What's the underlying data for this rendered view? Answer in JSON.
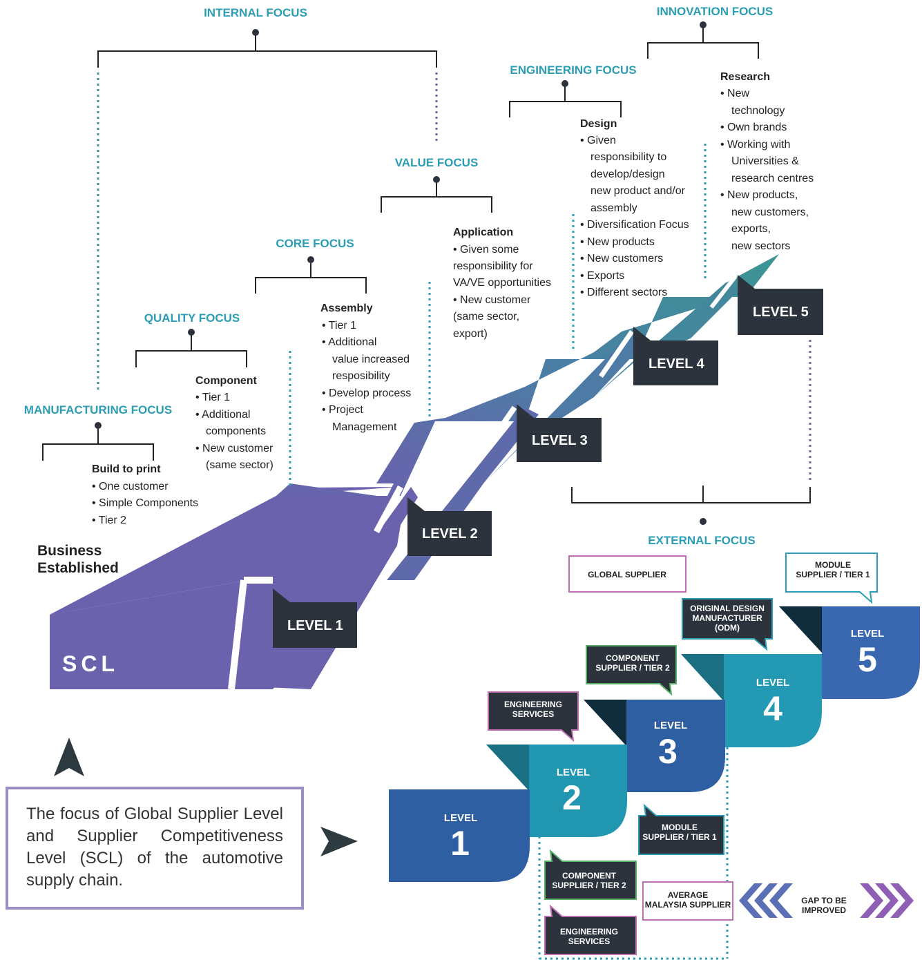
{
  "colors": {
    "focus": "#2b9db4",
    "purple": "#6e63ad",
    "teal": "#3f8e93",
    "dark": "#2d333d",
    "blue": "#2f5fa3",
    "cyan": "#2196b0"
  },
  "focus": {
    "internal": "INTERNAL FOCUS",
    "innovation": "INNOVATION FOCUS",
    "engineering": "ENGINEERING FOCUS",
    "value": "VALUE FOCUS",
    "core": "CORE FOCUS",
    "quality": "QUALITY FOCUS",
    "manufacturing": "MANUFACTURING FOCUS",
    "external": "EXTERNAL FOCUS"
  },
  "blocks": {
    "manufacturing": {
      "title": "Build to print",
      "items": [
        "One customer",
        "Simple Components",
        "Tier 2"
      ]
    },
    "quality": {
      "title": "Component",
      "items": [
        "Tier 1",
        "Additional",
        "components",
        "New customer",
        "(same sector)"
      ]
    },
    "core": {
      "title": "Assembly",
      "items": [
        "Tier 1",
        "Additional",
        "value increased",
        "resposibility",
        "Develop process",
        "Project",
        "Management"
      ]
    },
    "value": {
      "title": "Application",
      "items": [
        "• Given some",
        "responsibility for",
        "VA/VE opportunities",
        "• New customer",
        "(same sector,",
        "export)"
      ]
    },
    "engineering": {
      "title": "Design",
      "items": [
        "Given",
        "responsibility to",
        "develop/design",
        "new product and/or",
        "assembly",
        "Diversification Focus",
        "New products",
        "New customers",
        "Exports",
        "Different sectors"
      ]
    },
    "innovation": {
      "title": "Research",
      "items": [
        "New",
        "technology",
        "Own brands",
        "Working with",
        "Universities &",
        "research centres",
        "New products,",
        "new customers,",
        "exports,",
        "new sectors"
      ]
    }
  },
  "scl": {
    "label": "SCL",
    "start": [
      "Business",
      "Established"
    ],
    "levels": [
      "LEVEL 1",
      "LEVEL 2",
      "LEVEL 3",
      "LEVEL 4",
      "LEVEL 5"
    ]
  },
  "gsl": {
    "level_word": "LEVEL",
    "numbers": [
      "1",
      "2",
      "3",
      "4",
      "5"
    ],
    "global_supplier": "GLOBAL SUPPLIER",
    "tags": {
      "module_top": [
        "MODULE",
        "SUPPLIER / TIER 1"
      ],
      "odm": [
        "ORIGINAL DESIGN",
        "MANUFACTURER",
        "(ODM)"
      ],
      "component_top": [
        "COMPONENT",
        "SUPPLIER / TIER 2"
      ],
      "engineering_top": [
        "ENGINEERING",
        "SERVICES"
      ],
      "module_bottom": [
        "MODULE",
        "SUPPLIER / TIER 1"
      ],
      "component_bottom": [
        "COMPONENT",
        "SUPPLIER / TIER 2"
      ],
      "engineering_bottom": [
        "ENGINEERING",
        "SERVICES"
      ],
      "average": [
        "AVERAGE",
        "MALAYSIA SUPPLIER"
      ],
      "gap": [
        "GAP TO BE",
        "IMPROVED"
      ]
    }
  },
  "caption": "The focus of Global Supplier Level and Supplier Competitiveness Level (SCL) of the automotive supply chain."
}
